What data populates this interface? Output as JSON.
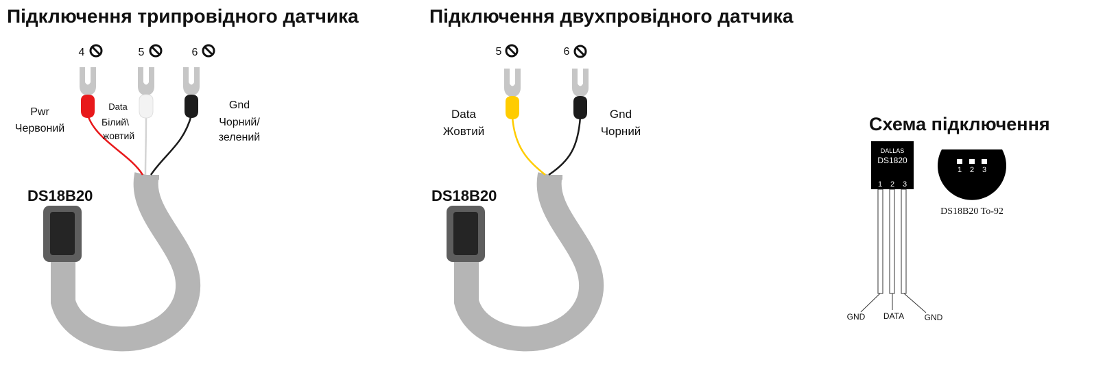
{
  "three_wire": {
    "title": "Підключення трипровідного датчика",
    "sensor_label": "DS18B20",
    "terminals": [
      {
        "number": "4",
        "wire_color": "#e8191b",
        "label_lines": [
          "Pwr",
          "Червоний"
        ]
      },
      {
        "number": "5",
        "wire_color": "#f3f3f3",
        "label_lines": [
          "Data",
          "Білий\\",
          "жовтий"
        ]
      },
      {
        "number": "6",
        "wire_color": "#1c1c1c",
        "label_lines": [
          "Gnd",
          "Чорний/",
          "зелений"
        ]
      }
    ]
  },
  "two_wire": {
    "title": "Підключення двухпровідного датчика",
    "sensor_label": "DS18B20",
    "terminals": [
      {
        "number": "5",
        "wire_color": "#ffcc00",
        "label_lines": [
          "Data",
          "Жовтий"
        ]
      },
      {
        "number": "6",
        "wire_color": "#1c1c1c",
        "label_lines": [
          "Gnd",
          "Чорний"
        ]
      }
    ]
  },
  "schema": {
    "title": "Схема підключення",
    "chip": {
      "brand": "DALLAS",
      "model": "DS1820",
      "pins": [
        "1",
        "2",
        "3"
      ]
    },
    "pin_labels": [
      "GND",
      "DATA",
      "GND"
    ],
    "bottom_view": {
      "pins": [
        "1",
        "2",
        "3"
      ],
      "caption": "DS18B20 To-92"
    }
  },
  "colors": {
    "cable": "#b5b5b5",
    "lug": "#c6c6c6",
    "probe_outer": "#5e5e5e",
    "probe_inner": "#252525"
  }
}
